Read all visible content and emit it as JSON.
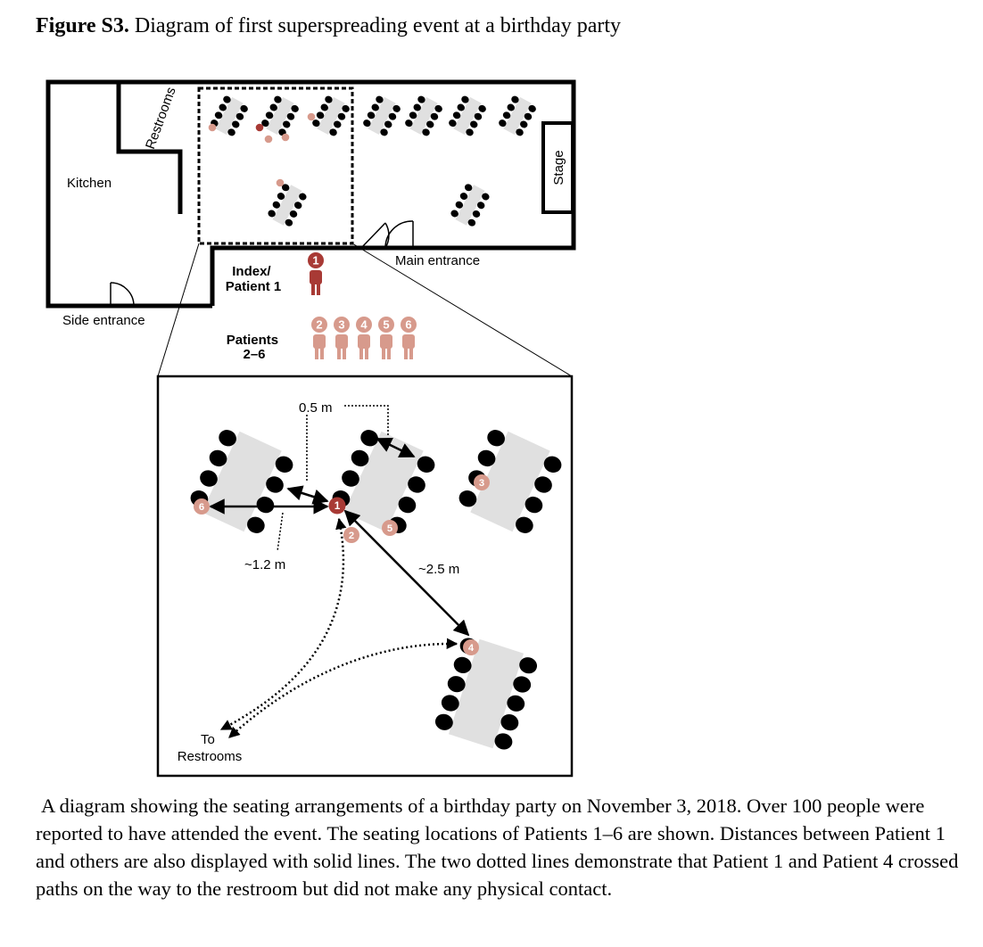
{
  "figure": {
    "label": "Figure S3.",
    "title": "Diagram of first superspreading event at a birthday party",
    "caption": "A diagram showing the seating arrangements of a birthday party on November 3, 2018. Over 100 people were reported to have attended the event. The seating locations of Patients 1–6 are shown. Distances between Patient 1 and others are also displayed with solid lines. The two dotted lines demonstrate that Patient 1 and Patient 4 crossed paths on the way to the restroom but did not make any physical contact."
  },
  "floorplan": {
    "restrooms": "Restrooms",
    "kitchen": "Kitchen",
    "stage": "Stage",
    "main_entrance": "Main entrance",
    "side_entrance": "Side entrance"
  },
  "legend": {
    "index_line1": "Index/",
    "index_line2": "Patient 1",
    "patients_line1": "Patients",
    "patients_line2": "2–6",
    "index_number": "1",
    "patient_numbers": [
      "2",
      "3",
      "4",
      "5",
      "6"
    ]
  },
  "detail": {
    "dist_05": "0.5 m",
    "dist_12": "~1.2 m",
    "dist_25": "~2.5 m",
    "to_line1": "To",
    "to_line2": "Restrooms",
    "patient_labels": [
      "1",
      "2",
      "3",
      "4",
      "5",
      "6"
    ]
  },
  "colors": {
    "index_patient": "#a83a35",
    "other_patients": "#d79a8c",
    "table": "#e0e0e0",
    "chair": "#000000"
  }
}
